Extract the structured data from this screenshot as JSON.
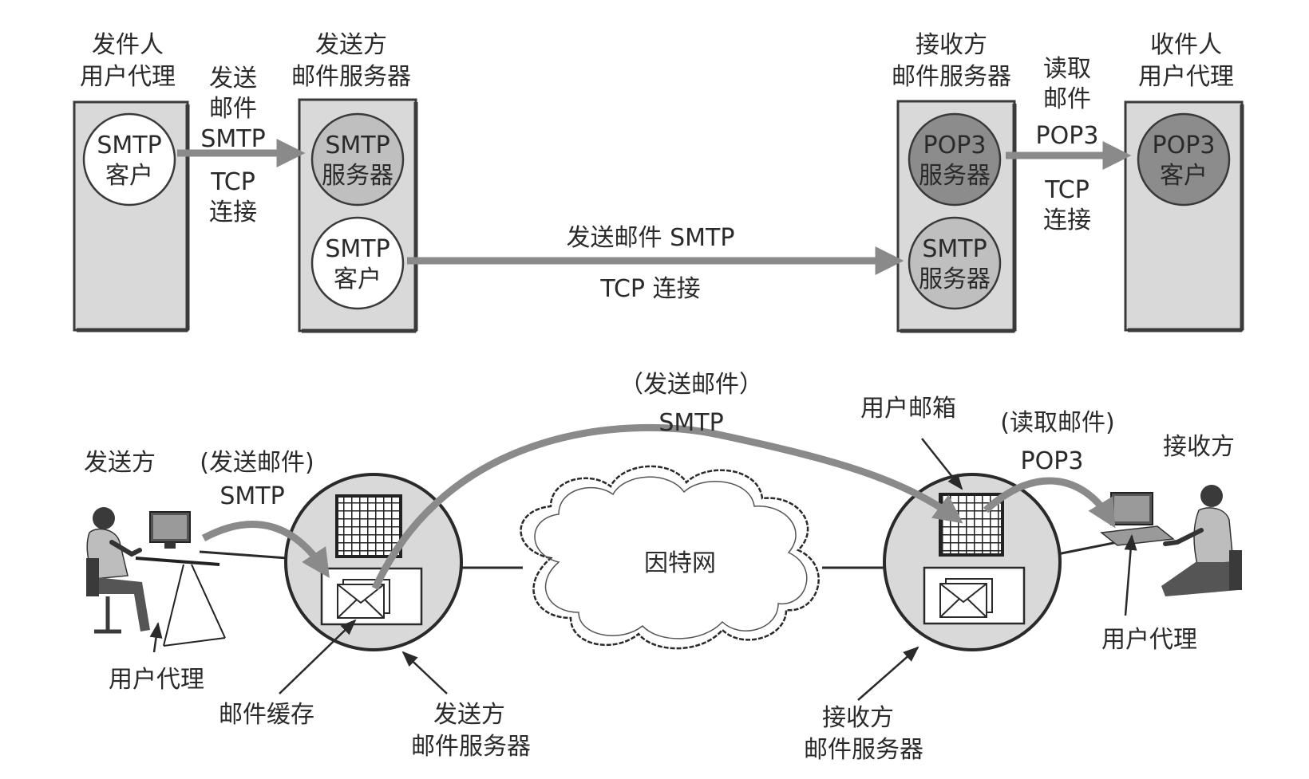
{
  "top": {
    "sender_ua_title": [
      "发件人",
      "用户代理"
    ],
    "sender_server_title": [
      "发送方",
      "邮件服务器"
    ],
    "receiver_server_title": [
      "接收方",
      "邮件服务器"
    ],
    "receiver_ua_title": [
      "收件人",
      "用户代理"
    ],
    "smtp_client_1": [
      "SMTP",
      "客户"
    ],
    "smtp_server_1": [
      "SMTP",
      "服务器"
    ],
    "smtp_client_2": [
      "SMTP",
      "客户"
    ],
    "pop3_server": [
      "POP3",
      "服务器"
    ],
    "smtp_server_2": [
      "SMTP",
      "服务器"
    ],
    "pop3_client": [
      "POP3",
      "客户"
    ],
    "arrow1_label": [
      "发送",
      "邮件",
      "SMTP",
      "TCP",
      "连接"
    ],
    "arrow2_label_top": "发送邮件 SMTP",
    "arrow2_label_bottom": "TCP 连接",
    "arrow3_label": [
      "读取",
      "邮件",
      "POP3",
      "TCP",
      "连接"
    ]
  },
  "bottom": {
    "sender_label": "发送方",
    "send_smtp_left": [
      "(发送邮件)",
      "SMTP"
    ],
    "send_smtp_top": [
      "（发送邮件）",
      "SMTP"
    ],
    "mailbox_label": "用户邮箱",
    "read_pop3": [
      "(读取邮件)",
      "POP3"
    ],
    "receiver_label": "接收方",
    "internet_label": "因特网",
    "ua_left_label": "用户代理",
    "mail_cache_label": "邮件缓存",
    "sender_server_label": [
      "发送方",
      "邮件服务器"
    ],
    "receiver_server_label": [
      "接收方",
      "邮件服务器"
    ],
    "ua_right_label": "用户代理"
  },
  "colors": {
    "panel": "#d9d9d9",
    "panel_dark": "#3a3a3a",
    "circle_light": "#ffffff",
    "circle_dark": "#8c8c8c",
    "arrow": "#8a8a8a",
    "text": "#2a2a2a"
  }
}
